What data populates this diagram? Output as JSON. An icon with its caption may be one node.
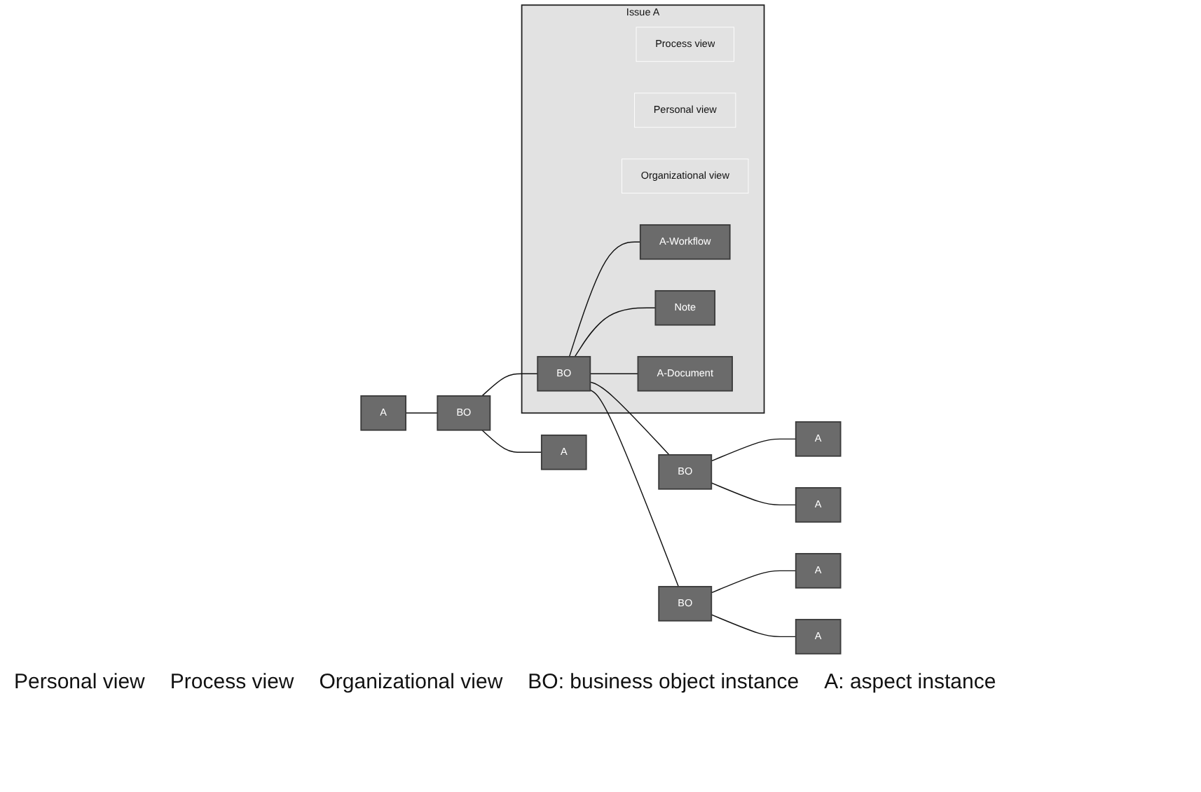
{
  "diagram": {
    "nodes": [
      {
        "text": [
          "Issue A"
        ]
      },
      {
        "text": [
          "Process view"
        ],
        "in": 0
      },
      {
        "text": [
          "Personal view"
        ],
        "in": 0
      },
      {
        "text": [
          "Organizational view"
        ],
        "in": 0
      },
      {
        "text": [
          "A-Workflow"
        ],
        "in": 0
      },
      {
        "text": [
          "BO"
        ],
        "in": 0
      },
      {
        "text": [
          "Note"
        ],
        "in": 0
      },
      {
        "text": [
          "A-Document"
        ],
        "in": 0
      },
      {
        "text": [
          "A"
        ]
      },
      {
        "text": [
          "BO"
        ]
      },
      {
        "text": [
          "A"
        ]
      },
      {
        "text": [
          "BO"
        ]
      },
      {
        "text": [
          "A"
        ]
      },
      {
        "text": [
          "A"
        ]
      },
      {
        "text": [
          "BO"
        ]
      },
      {
        "text": [
          "A"
        ]
      },
      {
        "text": [
          "A"
        ]
      }
    ],
    "edges": [
      {
        "from": 8,
        "to": 9,
        "arrow": "none"
      },
      {
        "from": 9,
        "to": 10,
        "arrow": "none"
      },
      {
        "from": 9,
        "to": 5,
        "arrow": "none"
      },
      {
        "from": 5,
        "to": 4,
        "arrow": "none"
      },
      {
        "from": 5,
        "to": 6,
        "arrow": "none"
      },
      {
        "from": 5,
        "to": 7,
        "arrow": "none"
      },
      {
        "from": 5,
        "to": 11,
        "arrow": "none"
      },
      {
        "from": 11,
        "to": 12,
        "arrow": "none"
      },
      {
        "from": 11,
        "to": 13,
        "arrow": "none"
      },
      {
        "from": 5,
        "to": 14,
        "arrow": "none"
      },
      {
        "from": 14,
        "to": 15,
        "arrow": "none"
      },
      {
        "from": 14,
        "to": 16,
        "arrow": "none"
      }
    ],
    "labels": [
      "Personal view",
      "Process view",
      "Organizational view",
      "BO: business object instance",
      "A: aspect instance"
    ]
  }
}
